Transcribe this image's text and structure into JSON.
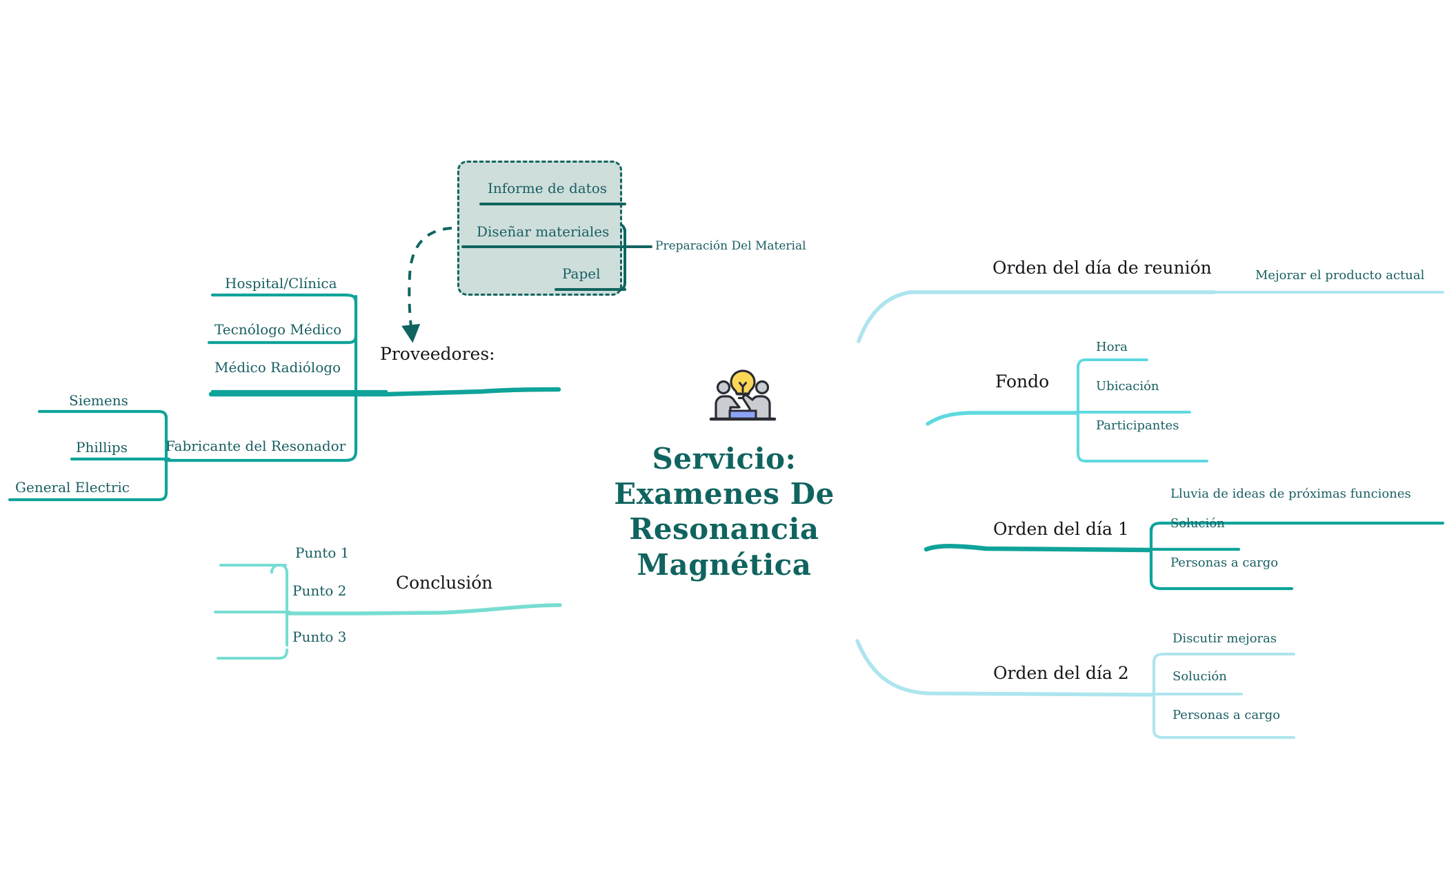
{
  "title": "Servicio: Examenes De Resonancia Magnética",
  "central": {
    "label": "Servicio: Examenes De Resonancia Magnética",
    "icon": "meeting-brainstorm-icon"
  },
  "colors": {
    "central_text": "#10645F",
    "topic_text": "#16161a",
    "leaf_text": "#195E62",
    "branch_teal_dark": "#0FA39A",
    "branch_teal_mid": "#30BFB6",
    "branch_mint": "#77DDD3",
    "branch_cyan": "#5FD9E0",
    "branch_cyan_pale": "#ADE5EE",
    "group_fill": "#CEDEDB",
    "group_border": "#10645F"
  },
  "left_branches": [
    {
      "id": "proveedores",
      "label": "Proveedores:",
      "children": [
        {
          "label": "Hospital/Clínica"
        },
        {
          "label": "Tecnólogo Médico"
        },
        {
          "label": "Médico Radiólogo",
          "children": [
            {
              "label": "Fabricante del Resonador",
              "children": [
                {
                  "label": "Siemens"
                },
                {
                  "label": "Phillips"
                },
                {
                  "label": "General Electric"
                }
              ]
            }
          ]
        }
      ]
    },
    {
      "id": "conclusion",
      "label": "Conclusión",
      "children": [
        {
          "label": "Punto 1"
        },
        {
          "label": "Punto 2"
        },
        {
          "label": "Punto 3"
        }
      ]
    }
  ],
  "right_branches": [
    {
      "id": "orden-reunion",
      "label": "Orden del día de reunión",
      "children": [
        {
          "label": "Mejorar el producto actual"
        }
      ]
    },
    {
      "id": "fondo",
      "label": "Fondo",
      "children": [
        {
          "label": "Hora"
        },
        {
          "label": "Ubicación"
        },
        {
          "label": "Participantes"
        }
      ]
    },
    {
      "id": "orden-dia-1",
      "label": "Orden del día 1",
      "children": [
        {
          "label": "Lluvia de ideas de próximas funciones"
        },
        {
          "label": "Solución"
        },
        {
          "label": "Personas a cargo"
        }
      ]
    },
    {
      "id": "orden-dia-2",
      "label": "Orden del día 2",
      "children": [
        {
          "label": "Discutir mejoras"
        },
        {
          "label": "Solución"
        },
        {
          "label": "Personas a cargo"
        }
      ]
    }
  ],
  "selection_group": {
    "id": "preparacion-material",
    "label": "Preparación Del Material",
    "selected": true,
    "items": [
      {
        "label": "Informe de datos"
      },
      {
        "label": "Diseñar materiales"
      },
      {
        "label": "Papel"
      }
    ]
  }
}
